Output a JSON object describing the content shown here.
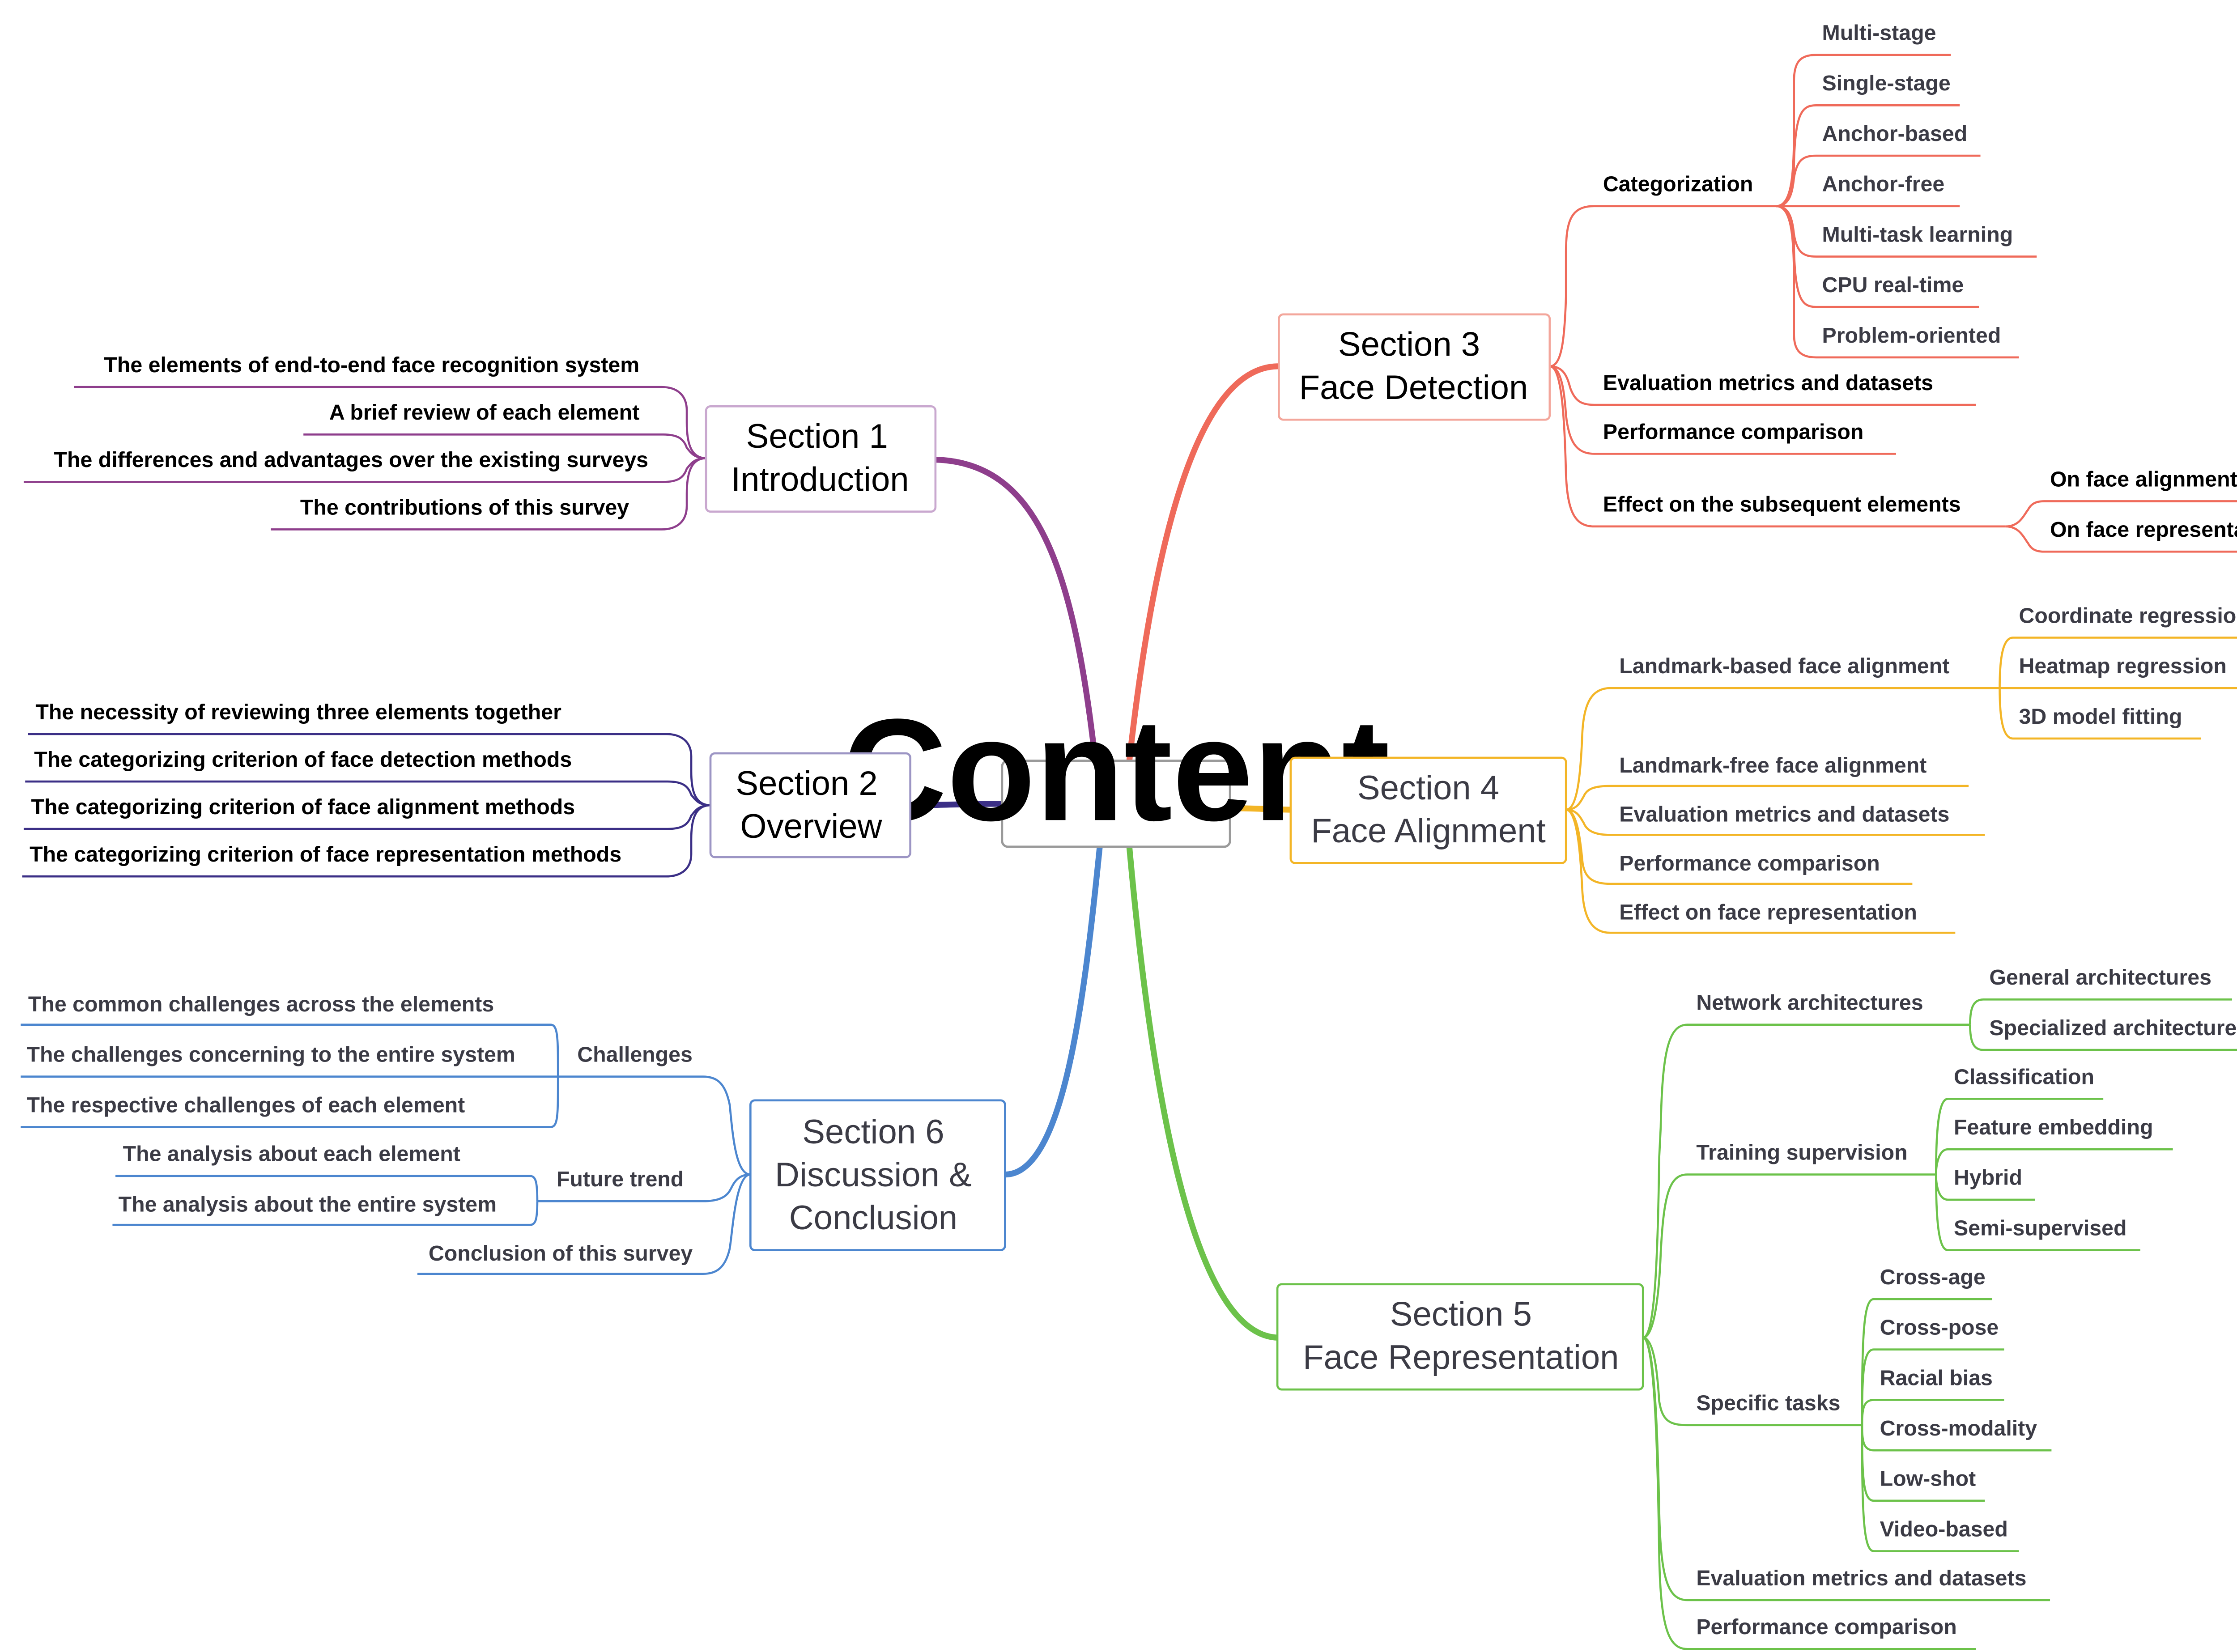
{
  "center": {
    "label": "Content"
  },
  "colors": {
    "s1": "#8e3e8c",
    "s2": "#3b2f86",
    "s3": "#ef6a5a",
    "s4": "#f3b526",
    "s5": "#6cc24a",
    "s6": "#4c86cf",
    "center_border": "#9a9a9a",
    "text_dark": "#000000",
    "text_gray": "#3b3b45"
  },
  "sections": {
    "s1": {
      "line1": "Section 1",
      "line2": "Introduction"
    },
    "s2": {
      "line1": "Section 2",
      "line2": "Overview"
    },
    "s3": {
      "line1": "Section 3",
      "line2": "Face Detection"
    },
    "s4": {
      "line1": "Section 4",
      "line2": "Face Alignment"
    },
    "s5": {
      "line1": "Section 5",
      "line2": "Face Representation"
    },
    "s6": {
      "line1": "Section 6",
      "line2": "Discussion &",
      "line3": "Conclusion"
    }
  },
  "items": {
    "s1_1": "The elements of end-to-end face recognition system",
    "s1_2": "A brief review of each element",
    "s1_3": "The differences and advantages over the existing surveys",
    "s1_4": "The contributions of  this survey",
    "s2_1": "The necessity of reviewing three elements together",
    "s2_2": "The categorizing criterion of face detection methods",
    "s2_3": "The categorizing criterion of face alignment methods",
    "s2_4": "The categorizing criterion of face representation methods",
    "s3_cat": "Categorization",
    "s3_cat_1": "Multi-stage",
    "s3_cat_2": "Single-stage",
    "s3_cat_3": "Anchor-based",
    "s3_cat_4": "Anchor-free",
    "s3_cat_5": "Multi-task learning",
    "s3_cat_6": "CPU real-time",
    "s3_cat_7": "Problem-oriented",
    "s3_eval": "Evaluation metrics and datasets",
    "s3_perf": "Performance comparison",
    "s3_effect": "Effect on the subsequent elements",
    "s3_effect_1": "On face alignment",
    "s3_effect_2": "On face representation",
    "s4_lm": "Landmark-based face alignment",
    "s4_lm_1": "Coordinate regression",
    "s4_lm_2": "Heatmap regression",
    "s4_lm_3": "3D model fitting",
    "s4_lf": "Landmark-free face alignment",
    "s4_eval": "Evaluation metrics and datasets",
    "s4_perf": "Performance comparison",
    "s4_effect": "Effect on face representation",
    "s5_net": "Network architectures",
    "s5_net_1": "General architectures",
    "s5_net_2": "Specialized architectures",
    "s5_train": "Training supervision",
    "s5_train_1": "Classification",
    "s5_train_2": "Feature embedding",
    "s5_train_3": "Hybrid",
    "s5_train_4": "Semi-supervised",
    "s5_spec": "Specific tasks",
    "s5_spec_1": "Cross-age",
    "s5_spec_2": "Cross-pose",
    "s5_spec_3": "Racial bias",
    "s5_spec_4": "Cross-modality",
    "s5_spec_5": "Low-shot",
    "s5_spec_6": "Video-based",
    "s5_eval": "Evaluation metrics and datasets",
    "s5_perf": "Performance comparison",
    "s6_chal": "Challenges",
    "s6_chal_1": "The common challenges across the elements",
    "s6_chal_2": "The challenges concerning to the entire system",
    "s6_chal_3": "The respective challenges of each element",
    "s6_future": "Future trend",
    "s6_future_1": "The analysis about each element",
    "s6_future_2": "The analysis about the entire system",
    "s6_concl": "Conclusion of this survey"
  }
}
